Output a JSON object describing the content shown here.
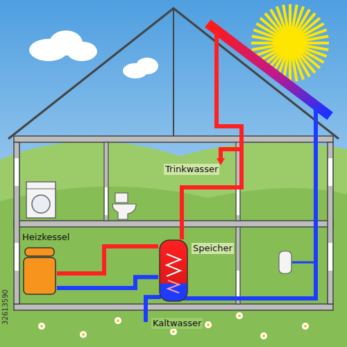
{
  "diagram": {
    "nodes": [
      {
        "text": [
          "Heizkessel"
        ]
      },
      {
        "text": [
          "Speicher"
        ]
      }
    ],
    "edges": [
      {
        "from": 0,
        "to": 1,
        "arrow": "none"
      },
      {
        "from": 0,
        "to": 1,
        "arrow": "none"
      }
    ],
    "labels": [
      "Trinkwasser",
      "Kaltwasser",
      "32613590"
    ]
  }
}
